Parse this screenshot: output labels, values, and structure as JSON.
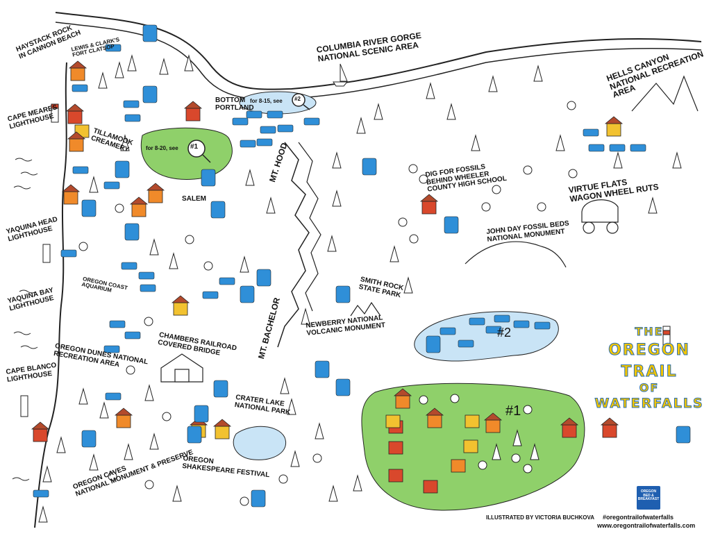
{
  "labels": {
    "haystack": "HAYSTACK ROCK\nIN CANNON BEACH",
    "lewis_clark": "LEWIS & CLARK'S\nFORT CLATSOP",
    "columbia": "COLUMBIA RIVER GORGE\nNATIONAL SCENIC AREA",
    "hells_canyon": "HELLS CANYON\nNATIONAL RECREATION AREA",
    "cape_meares": "CAPE MEARES\nLIGHTHOUSE",
    "tillamook": "TILLAMOOK\nCREAMERY",
    "bottom_portland": "BOTTOM\nPORTLAND",
    "see_8_15": "for 8-15, see",
    "see_8_20": "for 8-20, see",
    "mt_hood": "MT. HOOD",
    "dig_fossils": "DIG FOR FOSSILS\nBEHIND WHEELER\nCOUNTY HIGH SCHOOL",
    "virtue_flats": "VIRTUE FLATS\nWAGON WHEEL RUTS",
    "salem": "SALEM",
    "yaquina_head": "YAQUINA HEAD\nLIGHTHOUSE",
    "john_day": "JOHN DAY FOSSIL BEDS\nNATIONAL MONUMENT",
    "oregon_coast_aquarium": "OREGON COAST\nAQUARIUM",
    "yaquina_bay": "YAQUINA BAY\nLIGHTHOUSE",
    "smith_rock": "SMITH ROCK\nSTATE PARK",
    "mt_bachelor": "MT. BACHELOR",
    "newberry": "NEWBERRY NATIONAL\nVOLCANIC MONUMENT",
    "chambers": "CHAMBERS RAILROAD\nCOVERED BRIDGE",
    "oregon_dunes": "OREGON DUNES NATIONAL\nRECREATION AREA",
    "cape_blanco": "CAPE BLANCO\nLIGHTHOUSE",
    "crater_lake": "CRATER LAKE\nNATIONAL PARK",
    "oregon_shakespeare": "OREGON\nSHAKESPEARE FESTIVAL",
    "oregon_caves": "OREGON CAVES\nNATIONAL MONUMENT & PRESERVE",
    "illustrated": "ILLUSTRATED BY VICTORIA BUCHKOVA",
    "hashtag": "#oregontrailofwaterfalls",
    "website": "www.oregontrailofwaterfalls.com",
    "region_1": "#1",
    "region_2": "#2",
    "inset_1": "#1",
    "inset_2": "#2"
  },
  "title": {
    "line1": "THE",
    "line2": "OREGON",
    "line3": "TRAIL",
    "line4": "OF",
    "line5": "WATERFALLS"
  },
  "logo_text": "OREGON\nBED & BREAKFAST",
  "waterfall_markers": [
    "w",
    "w",
    "w",
    "w",
    "w",
    "w",
    "w",
    "w",
    "w",
    "w",
    "w",
    "w",
    "w",
    "w",
    "w",
    "w",
    "w",
    "w",
    "w",
    "w",
    "w",
    "w",
    "w",
    "w",
    "w",
    "w",
    "w",
    "w",
    "w",
    "w"
  ],
  "colors": {
    "water_blue": "#2f8fd8",
    "region_green": "#8fd06a",
    "house_orange": "#f08a2a",
    "house_red": "#d9482c",
    "house_yellow": "#f2c230",
    "lake_blue": "#c9e4f6",
    "title_yellow": "#f3c500",
    "title_outline": "#2b6fb3"
  }
}
